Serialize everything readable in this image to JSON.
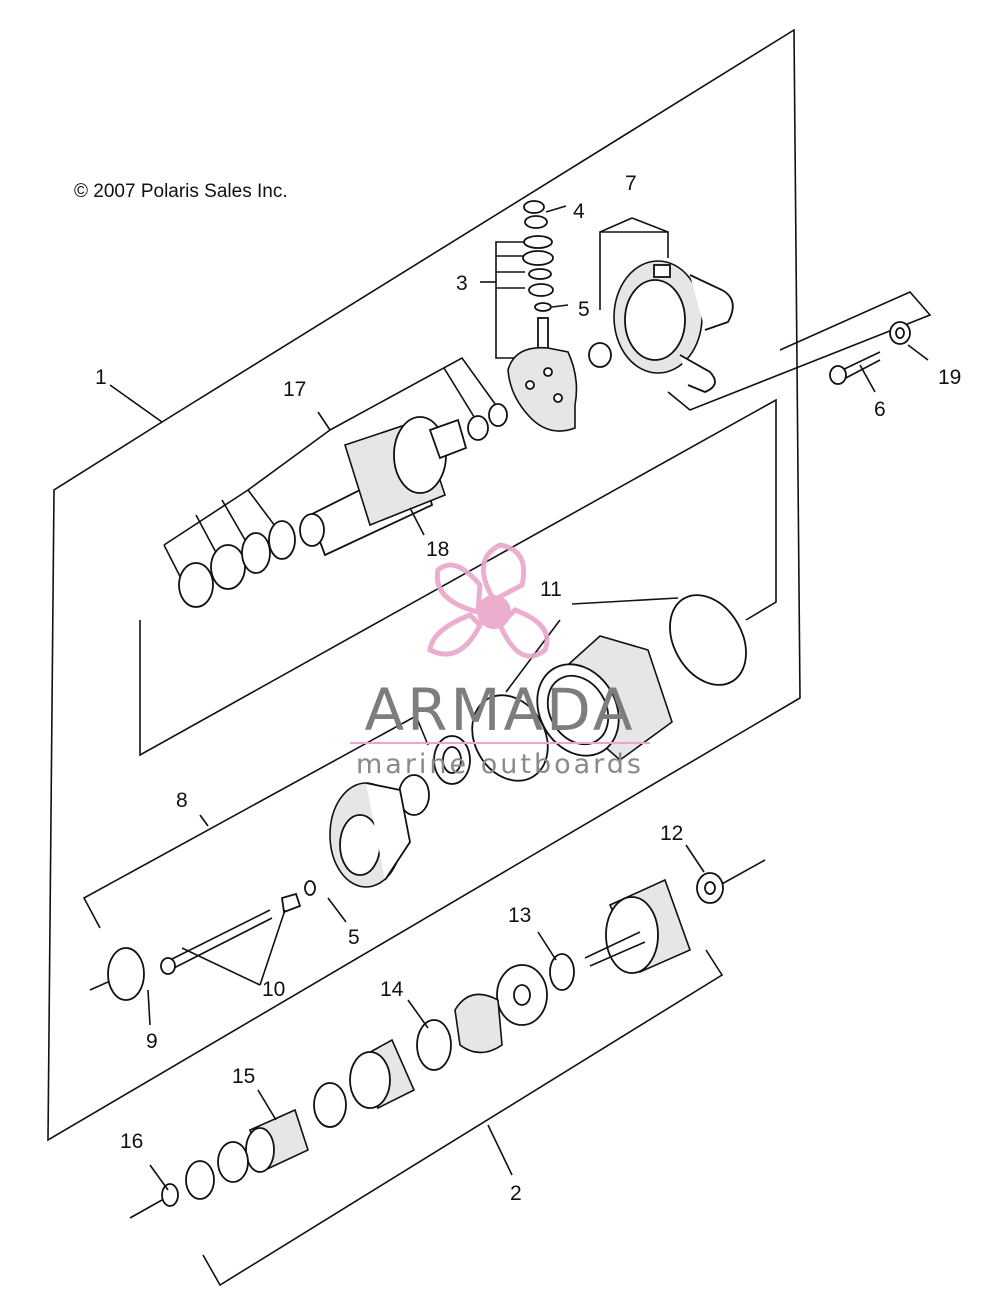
{
  "copyright": "© 2007 Polaris Sales Inc.",
  "watermark": {
    "brand": "ARMADA",
    "tagline": "marine outboards",
    "accent_color": "#e9a6c9",
    "text_color": "#7d7d7d"
  },
  "callouts": [
    "1",
    "2",
    "3",
    "4",
    "5",
    "5",
    "6",
    "7",
    "8",
    "9",
    "10",
    "11",
    "12",
    "13",
    "14",
    "15",
    "16",
    "17",
    "18",
    "19"
  ]
}
